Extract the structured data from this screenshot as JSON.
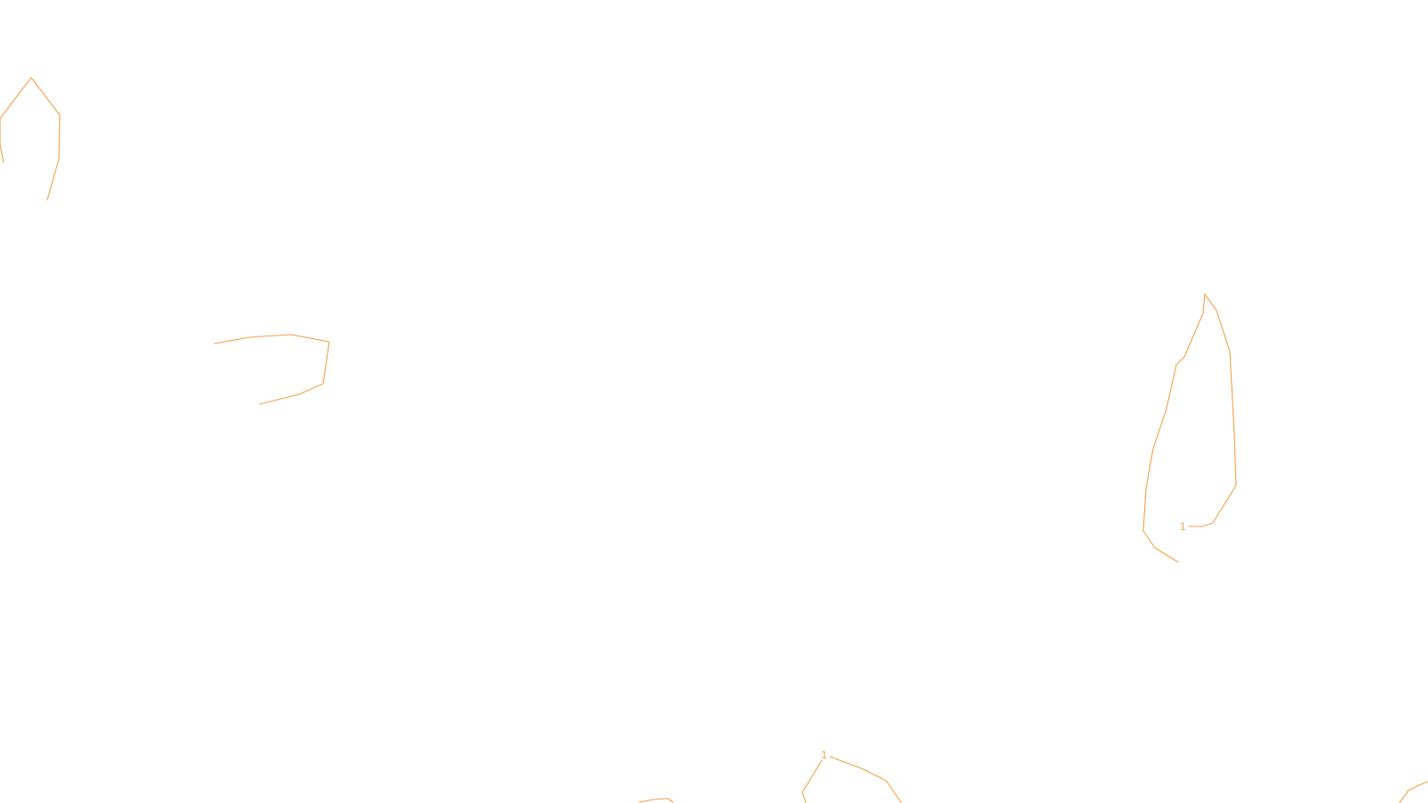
{
  "map": {
    "layer": "contour-lines",
    "background_color": "#ffffff",
    "line_color": "#f4a14a",
    "contours": [
      {
        "id": "c1",
        "label": "",
        "closed": false
      },
      {
        "id": "c2",
        "label": "",
        "closed": false
      },
      {
        "id": "c3",
        "label": "1",
        "closed": false
      },
      {
        "id": "c4",
        "label": "1",
        "closed": false
      },
      {
        "id": "c5",
        "label": "",
        "closed": false
      },
      {
        "id": "c6",
        "label": "",
        "closed": false
      }
    ]
  }
}
